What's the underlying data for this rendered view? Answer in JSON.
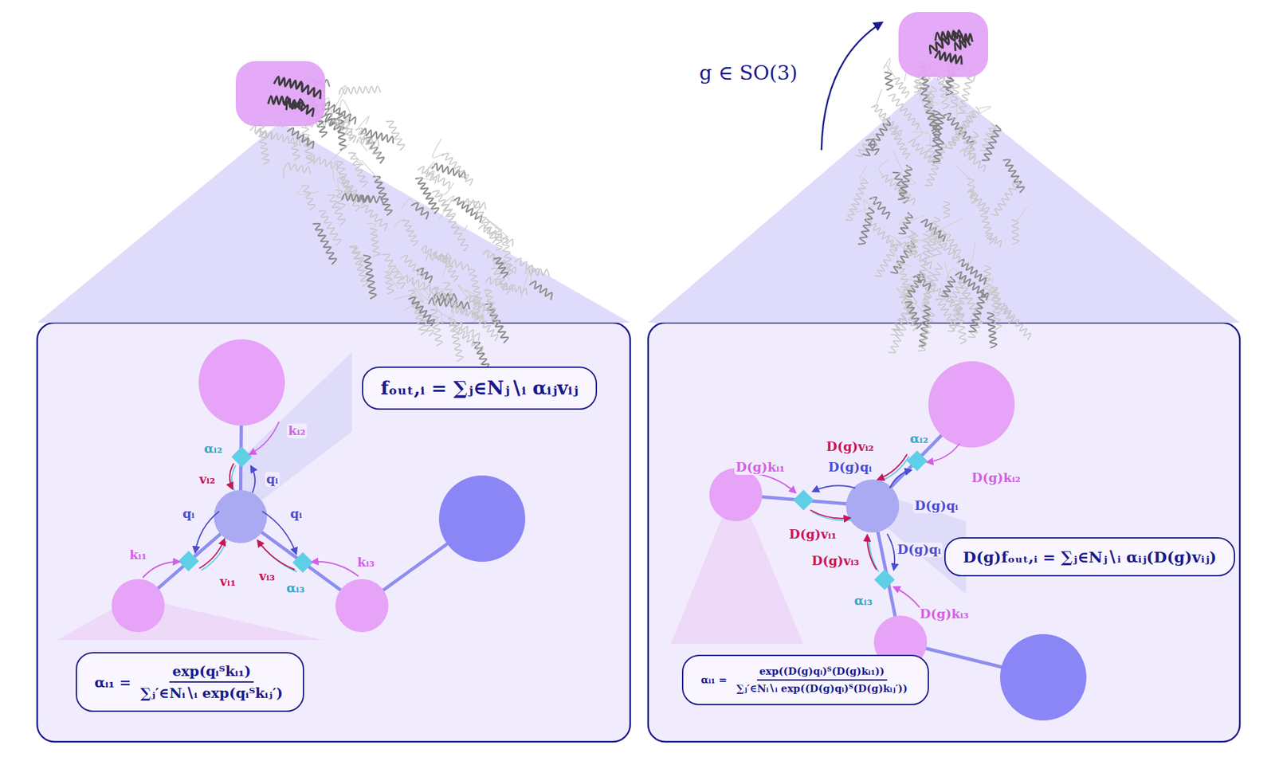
{
  "diagram": {
    "nodes": [
      {
        "text": [
          "fₒᵤₜ,ᵢ = ∑ⱼ∈Nⱼ∖ᵢ αᵢⱼvᵢⱼ"
        ]
      },
      {
        "text": [
          "αᵢ₁ =",
          "exp(qᵢᵀkᵢ₁)",
          "∑ⱼ′∈Nᵢ∖ᵢ exp(qᵢᵀkᵢⱼ′)"
        ]
      },
      {
        "text": [
          "D(g)fₒᵤₜ,ᵢ = ∑ⱼ∈Nⱼ∖ᵢ αᵢⱼ(D(g)vᵢⱼ)"
        ]
      },
      {
        "text": [
          "αᵢ₁ =",
          "exp((D(g)qᵢ)ᵀ(D(g)kᵢ₁))",
          "∑ⱼ′∈Nᵢ∖ᵢ exp((D(g)qᵢ)ᵀ(D(g)kᵢⱼ′))"
        ]
      }
    ],
    "labels": [
      "kᵢ₂",
      "αᵢ₂",
      "vᵢ₂",
      "qᵢ",
      "qᵢ",
      "qᵢ",
      "kᵢ₁",
      "vᵢ₁",
      "vᵢ₃",
      "αᵢ₃",
      "kᵢ₃",
      "g ∈ SO(3)",
      "D(g)kᵢ₁",
      "D(g)qᵢ",
      "αᵢ₂",
      "D(g)vᵢ₂",
      "D(g)kᵢ₂",
      "D(g)qᵢ",
      "D(g)vᵢ₁",
      "D(g)vᵢ₃",
      "D(g)qᵢ",
      "αᵢ₃",
      "D(g)kᵢ₃"
    ]
  }
}
